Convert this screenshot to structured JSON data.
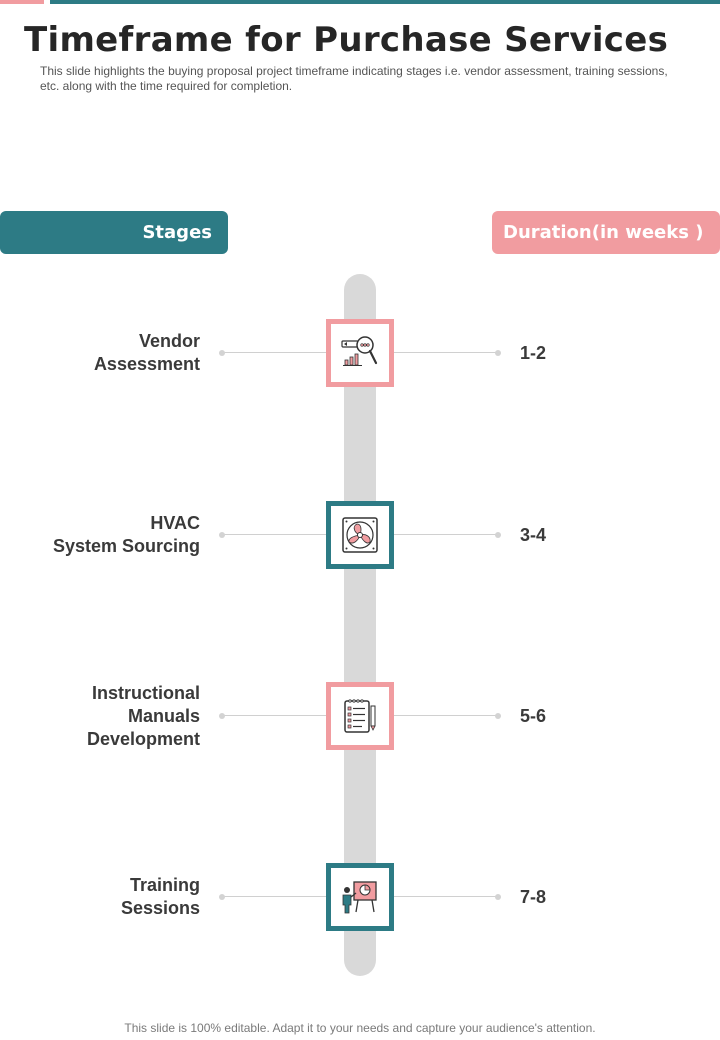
{
  "title": "Timeframe for Purchase Services",
  "subtitle": "This slide highlights the buying proposal project timeframe indicating stages i.e. vendor assessment, training sessions, etc. along with the time required for completion.",
  "headers": {
    "stages": "Stages",
    "duration": "Duration(in weeks )"
  },
  "rows": [
    {
      "stage": "Vendor\nAssessment",
      "duration": "1-2",
      "icon": "magnifier-chart-icon",
      "frame_color": "#f19ca0"
    },
    {
      "stage": "HVAC\nSystem Sourcing",
      "duration": "3-4",
      "icon": "fan-icon",
      "frame_color": "#2d7b85"
    },
    {
      "stage": "Instructional\nManuals\nDevelopment",
      "duration": "5-6",
      "icon": "checklist-icon",
      "frame_color": "#f19ca0"
    },
    {
      "stage": "Training\nSessions",
      "duration": "7-8",
      "icon": "presentation-icon",
      "frame_color": "#2d7b85"
    }
  ],
  "footer": "This slide is 100% editable. Adapt it to your needs and capture your audience's attention.",
  "colors": {
    "teal": "#2d7b85",
    "pink": "#f19ca0",
    "track": "#d9d9d9"
  }
}
